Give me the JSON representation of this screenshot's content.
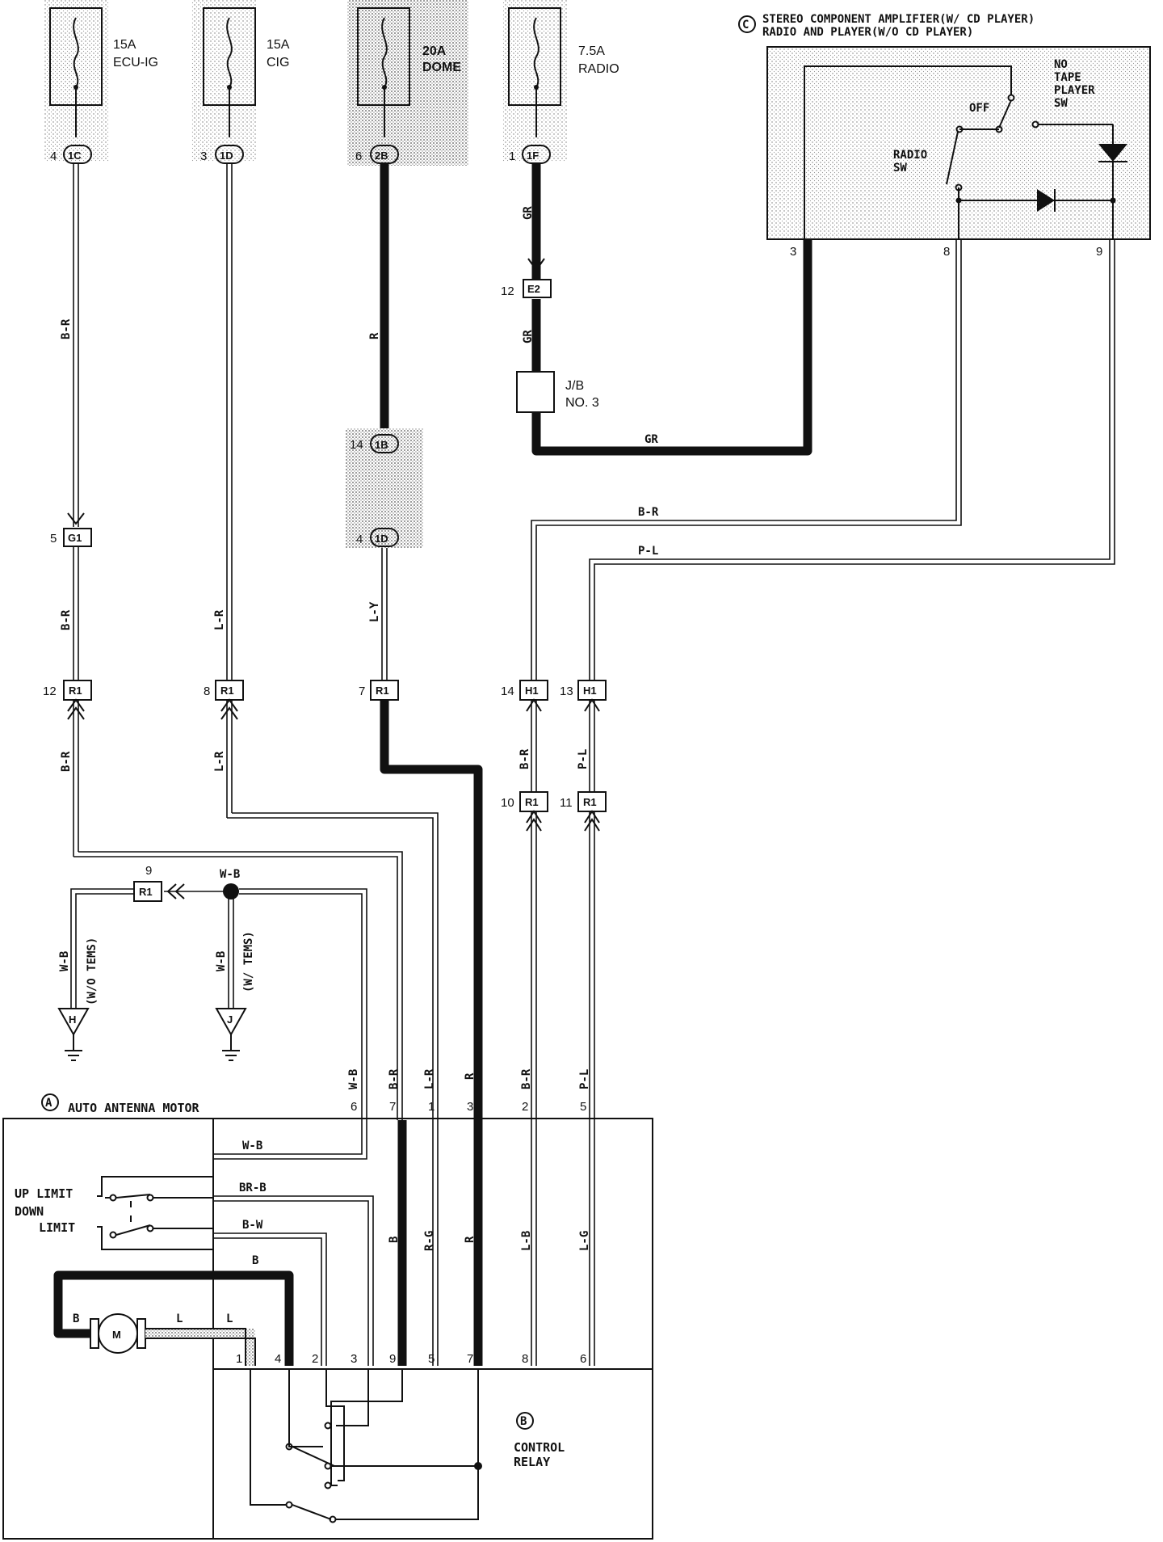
{
  "fuses": [
    {
      "id": "ecu-ig",
      "rating": "15A",
      "name": "ECU-IG",
      "pin": "4",
      "connector": "1C"
    },
    {
      "id": "cig",
      "rating": "15A",
      "name": "CIG",
      "pin": "3",
      "connector": "1D"
    },
    {
      "id": "dome",
      "rating": "20A",
      "name": "DOME",
      "pin": "6",
      "connector": "2B"
    },
    {
      "id": "radio",
      "rating": "7.5A",
      "name": "RADIO",
      "pin": "1",
      "connector": "1F"
    }
  ],
  "stereo": {
    "badge": "C",
    "title_line1": "STEREO COMPONENT AMPLIFIER(W/ CD PLAYER)",
    "title_line2": "RADIO AND PLAYER(W/O CD PLAYER)",
    "off_label": "OFF",
    "no_tape_line1": "NO",
    "no_tape_line2": "TAPE",
    "no_tape_line3": "PLAYER",
    "no_tape_line4": "SW",
    "radio_sw_line1": "RADIO",
    "radio_sw_line2": "SW",
    "pin3": "3",
    "pin8": "8",
    "pin9": "9"
  },
  "junction_block": {
    "line1": "J/B",
    "line2": "NO. 3"
  },
  "connectors": {
    "e2": {
      "pin": "12",
      "name": "E2"
    },
    "c1b": {
      "pin": "14",
      "name": "1B"
    },
    "c1d": {
      "pin": "4",
      "name": "1D"
    },
    "g1": {
      "pin": "5",
      "name": "G1"
    },
    "r1_12": {
      "pin": "12",
      "name": "R1"
    },
    "r1_8": {
      "pin": "8",
      "name": "R1"
    },
    "r1_7": {
      "pin": "7",
      "name": "R1"
    },
    "h1_14": {
      "pin": "14",
      "name": "H1"
    },
    "h1_13": {
      "pin": "13",
      "name": "H1"
    },
    "r1_10": {
      "pin": "10",
      "name": "R1"
    },
    "r1_11": {
      "pin": "11",
      "name": "R1"
    },
    "r1_9": {
      "pin": "9",
      "name": "R1"
    }
  },
  "wires": {
    "br": "B-R",
    "lr": "L-R",
    "r": "R",
    "gr": "GR",
    "ly": "L-Y",
    "pl": "P-L",
    "wb": "W-B",
    "brb": "BR-B",
    "bw": "B-W",
    "b": "B",
    "l": "L",
    "rg": "R-G",
    "lb": "L-B",
    "lg": "L-G"
  },
  "grounds": {
    "h": {
      "letter": "H",
      "note": "(W/O TEMS)"
    },
    "j": {
      "letter": "J",
      "note": "(W/ TEMS)"
    }
  },
  "motor": {
    "badge": "A",
    "title": "AUTO ANTENNA MOTOR",
    "up_limit": "UP LIMIT",
    "down_limit_line1": "DOWN",
    "down_limit_line2": "LIMIT",
    "motor_symbol": "M",
    "top_pins": [
      "6",
      "7",
      "1",
      "3",
      "2",
      "5"
    ],
    "bottom_pins": [
      "1",
      "4",
      "2",
      "3",
      "9",
      "5",
      "7",
      "8",
      "6"
    ]
  },
  "relay": {
    "badge": "B",
    "line1": "CONTROL",
    "line2": "RELAY"
  }
}
